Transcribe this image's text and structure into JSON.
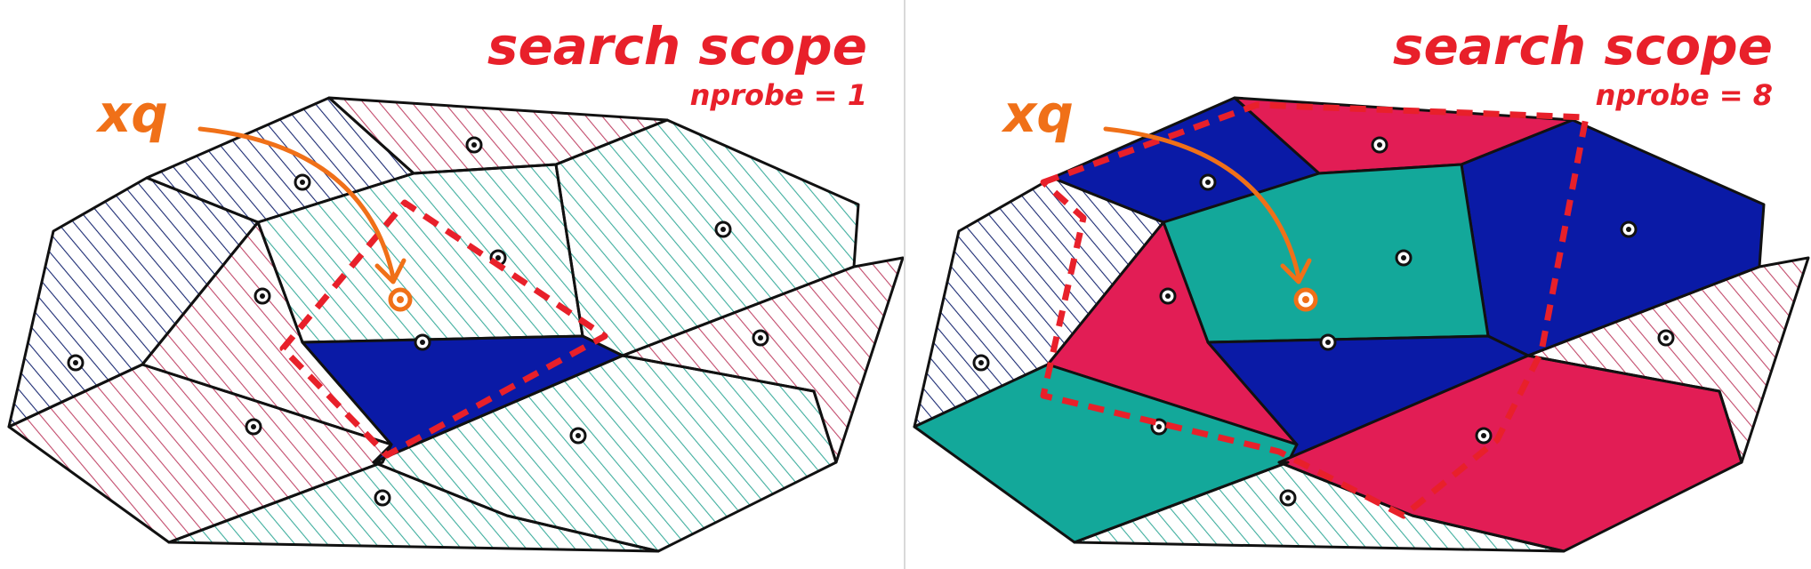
{
  "panels": [
    {
      "id": "left",
      "title": "search scope",
      "subtitle": "nprobe = 1",
      "query_label": "xq",
      "highlighted_cells": [
        "c8"
      ]
    },
    {
      "id": "right",
      "title": "search scope",
      "subtitle": "nprobe = 8",
      "query_label": "xq",
      "highlighted_cells": [
        "c2",
        "c3",
        "c4",
        "c5",
        "c7",
        "c8",
        "c9",
        "c10"
      ]
    }
  ],
  "colors": {
    "blue": "#0a1aa6",
    "red": "#e21d55",
    "teal": "#13a89a",
    "hatch_navy": "#1b2a73",
    "hatch_pink": "#c24a6b",
    "hatch_teal": "#3fae9e",
    "scope": "#e8202a",
    "query": "#f07018"
  }
}
